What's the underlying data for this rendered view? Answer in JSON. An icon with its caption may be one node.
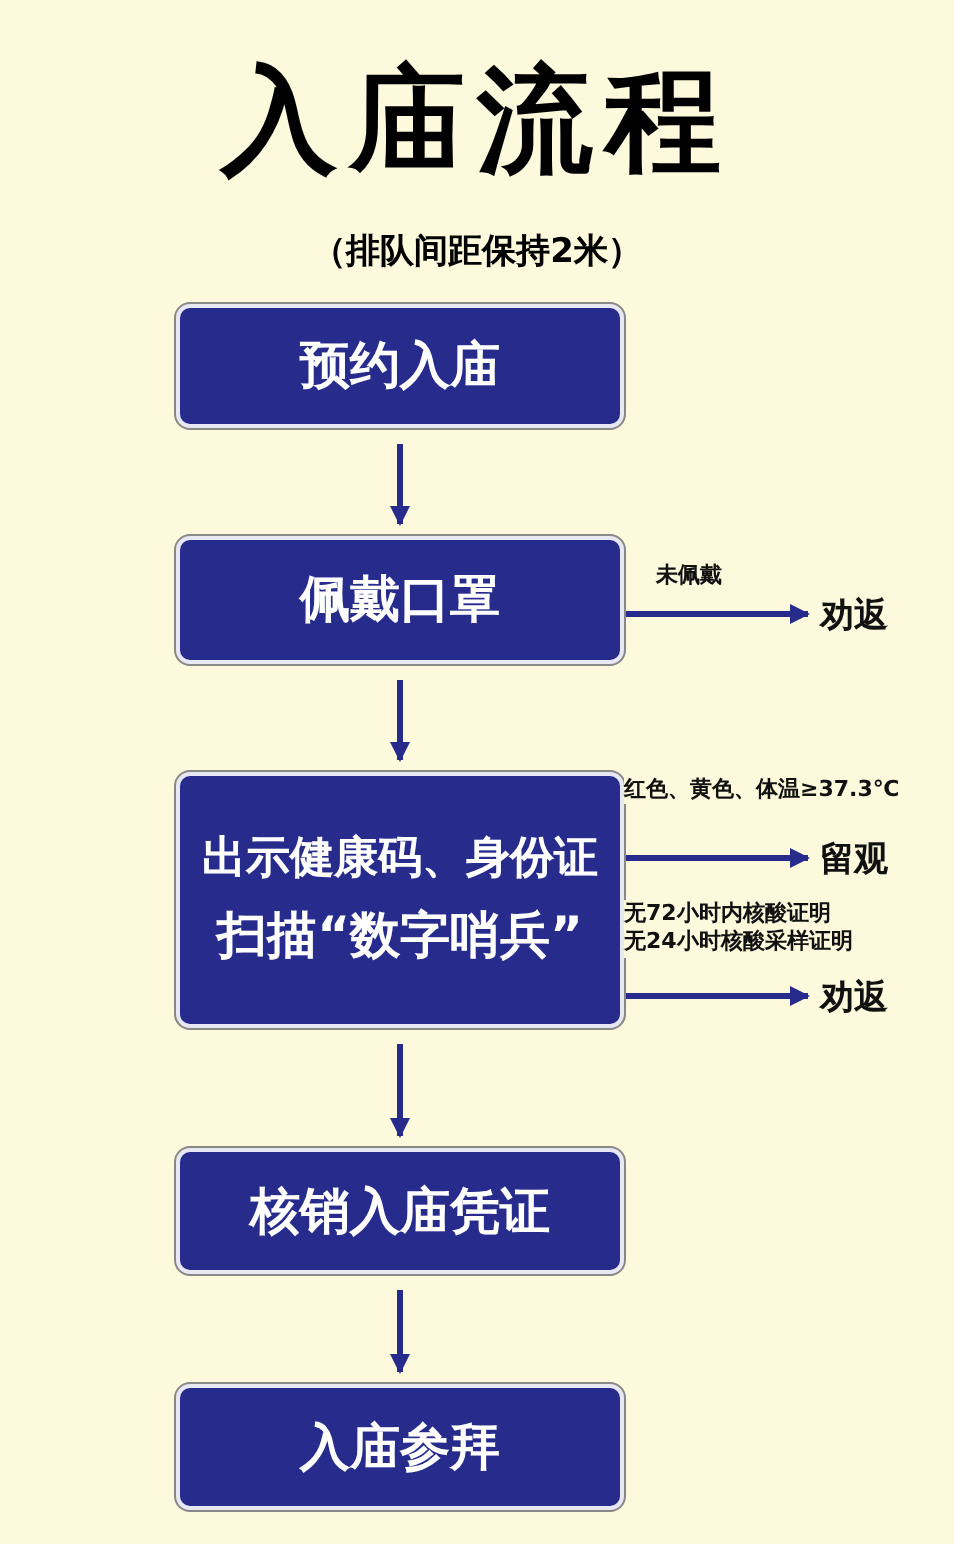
{
  "diagram": {
    "title": "入庙流程",
    "nodes": [
      {
        "text": [
          "预约入庙"
        ]
      },
      {
        "text": [
          "佩戴口罩"
        ]
      },
      {
        "text": [
          "出示健康码、身份证",
          "扫描“数字哨兵”"
        ]
      },
      {
        "text": [
          "核销入庙凭证"
        ]
      },
      {
        "text": [
          "入庙参拜"
        ]
      },
      {
        "text": [
          "劝返"
        ]
      },
      {
        "text": [
          "留观"
        ]
      },
      {
        "text": [
          "劝返"
        ]
      }
    ],
    "edges": [
      {
        "from": 0,
        "to": 1,
        "arrow": "to"
      },
      {
        "from": 1,
        "to": 2,
        "arrow": "to"
      },
      {
        "from": 2,
        "to": 3,
        "arrow": "to"
      },
      {
        "from": 3,
        "to": 4,
        "arrow": "to"
      },
      {
        "from": 1,
        "to": 5,
        "arrow": "to",
        "label": "未佩戴"
      },
      {
        "from": 2,
        "to": 6,
        "arrow": "to",
        "label": "红色、黄色、体温≥37.3℃"
      },
      {
        "from": 2,
        "to": 7,
        "arrow": "to",
        "label": "无72小时内核酸证明无24小时核酸采样证明"
      }
    ],
    "labels": [
      "（排队间距保持2米）"
    ]
  }
}
